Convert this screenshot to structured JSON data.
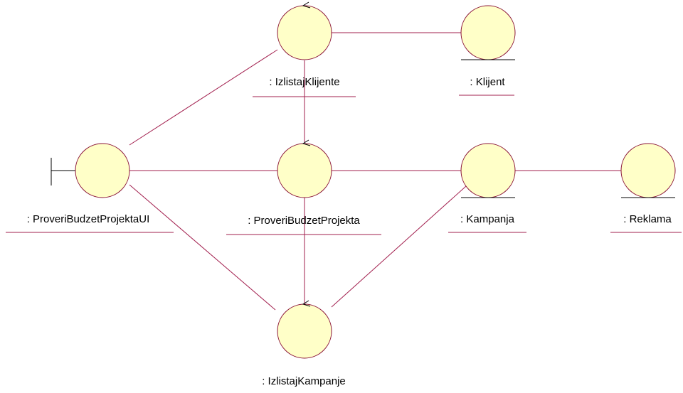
{
  "diagram": {
    "type": "UML communication diagram (robustness)",
    "objects": {
      "izlistaj_klijente": {
        "label": ": IzlistajKlijente",
        "stereotype": "control"
      },
      "klijent": {
        "label": ": Klijent",
        "stereotype": "entity"
      },
      "proveri_budzet_projekta_ui": {
        "label": ": ProveriBudzetProjektaUI",
        "stereotype": "boundary"
      },
      "proveri_budzet_projekta": {
        "label": ": ProveriBudzetProjekta",
        "stereotype": "control"
      },
      "kampanja": {
        "label": ": Kampanja",
        "stereotype": "entity"
      },
      "reklama": {
        "label": ": Reklama",
        "stereotype": "entity"
      },
      "izlistaj_kampanje": {
        "label": ": IzlistajKampanje",
        "stereotype": "control"
      }
    },
    "links": [
      [
        "izlistaj_klijente",
        "klijent"
      ],
      [
        "izlistaj_klijente",
        "proveri_budzet_projekta_ui"
      ],
      [
        "izlistaj_klijente",
        "proveri_budzet_projekta"
      ],
      [
        "proveri_budzet_projekta_ui",
        "proveri_budzet_projekta"
      ],
      [
        "proveri_budzet_projekta_ui",
        "izlistaj_kampanje"
      ],
      [
        "proveri_budzet_projekta",
        "kampanja"
      ],
      [
        "proveri_budzet_projekta",
        "izlistaj_kampanje"
      ],
      [
        "kampanja",
        "reklama"
      ],
      [
        "kampanja",
        "izlistaj_kampanje"
      ]
    ],
    "colors": {
      "object_fill": "#ffffc8",
      "object_stroke": "#8b1538",
      "link": "#a21f4e",
      "symbol": "#000000"
    }
  }
}
